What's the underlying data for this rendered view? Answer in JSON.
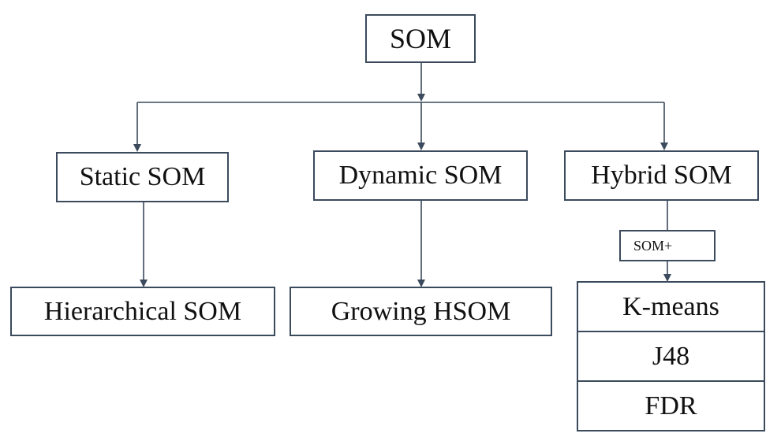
{
  "root": {
    "label": "SOM"
  },
  "level1": [
    {
      "label": "Static SOM"
    },
    {
      "label": "Dynamic SOM"
    },
    {
      "label": "Hybrid SOM"
    }
  ],
  "level2": {
    "static_child": "Hierarchical SOM",
    "dynamic_child": "Growing HSOM",
    "hybrid_connector": "SOM+",
    "hybrid_children": [
      "K-means",
      "J48",
      "FDR"
    ]
  }
}
